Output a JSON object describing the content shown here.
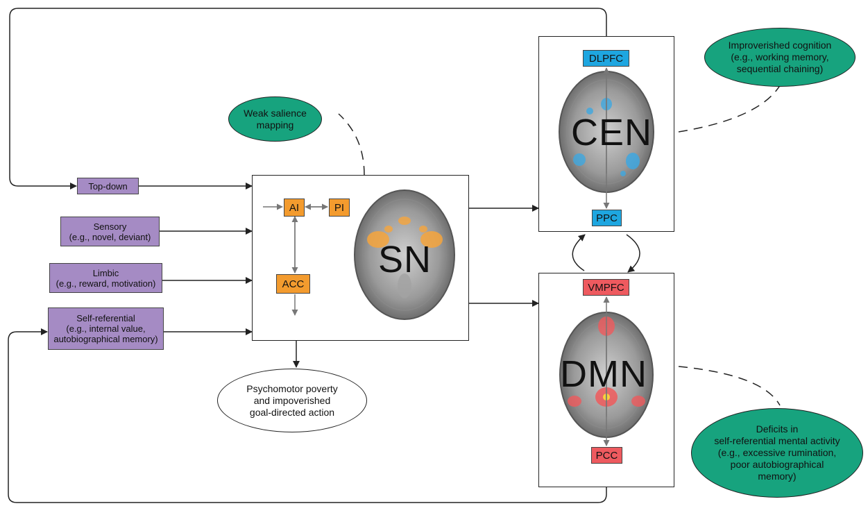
{
  "inputs": {
    "top_down": "Top-down",
    "sensory": "Sensory\n(e.g., novel, deviant)",
    "limbic": "Limbic\n(e.g., reward, motivation)",
    "self_referential": "Self-referential\n(e.g., internal value,\nautobiographical memory)"
  },
  "sn": {
    "label": "SN",
    "ai": "AI",
    "pi": "PI",
    "acc": "ACC"
  },
  "cen": {
    "label": "CEN",
    "top_node": "DLPFC",
    "bottom_node": "PPC"
  },
  "dmn": {
    "label": "DMN",
    "top_node": "VMPFC",
    "bottom_node": "PCC"
  },
  "callouts": {
    "salience": "Weak salience\nmapping",
    "cognition": "Improverished cognition\n(e.g., working memory,\nsequential chaining)",
    "self_ref": "Deficits in\nself-referential mental activity\n(e.g., excessive rumination,\npoor autobiographical\nmemory)",
    "psychomotor": "Psychomotor poverty\nand impoverished\ngoal-directed action"
  },
  "colors": {
    "input_fill": "#a58bc4",
    "sn_node": "#f39b2e",
    "cen_node": "#1ea6e0",
    "dmn_node": "#ee5a5f",
    "callout_green": "#17a37e"
  }
}
